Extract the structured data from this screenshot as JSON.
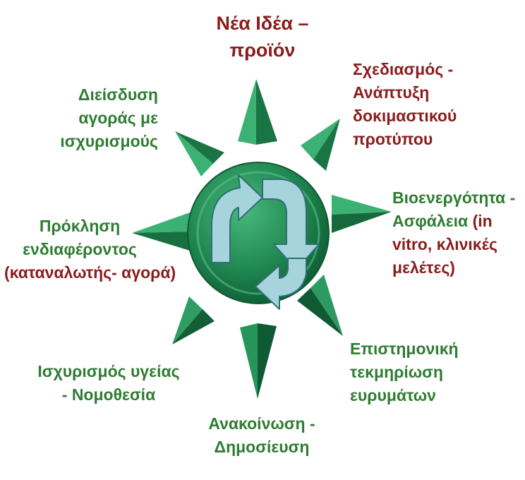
{
  "colors": {
    "green_text": "#2e7d32",
    "red_text": "#8b1c1c",
    "ray_light": "#35a86f",
    "ray_dark": "#0f5a33",
    "hub": "#218a55",
    "arrow_fill": "#a7d3dc"
  },
  "center": {
    "icon": "cycle-arrows-icon"
  },
  "stages": {
    "top": {
      "line1": "Νέα Ιδέα –",
      "line2": "προϊόν"
    },
    "top_right": {
      "line1": "Σχεδιασμός -",
      "line2": "Ανάπτυξη",
      "line3": "δοκιμαστικού",
      "line4": "προτύπου"
    },
    "right": {
      "line1": "Βιοενεργότητα  -",
      "line2_green": "Ασφάλεια",
      "line2_red": "(in",
      "line3": "vitro, κλινικές",
      "line4": "μελέτες)"
    },
    "bottom_right": {
      "line1": "Επιστημονική",
      "line2": "τεκμηρίωση",
      "line3": "ευρυμάτων"
    },
    "bottom": {
      "line1": "Ανακοίνωση  -",
      "line2": "Δημοσίευση"
    },
    "bottom_left": {
      "line1": "Ισχυρισμός  υγείας",
      "line2": "-  Νομοθεσία"
    },
    "left": {
      "line1": "Πρόκληση",
      "line2": "ενδιαφέροντος",
      "line3": "(καταναλωτής- αγορά)"
    },
    "top_left": {
      "line1": "Διείσδυση",
      "line2": "αγοράς με",
      "line3": "ισχυρισμούς"
    }
  }
}
